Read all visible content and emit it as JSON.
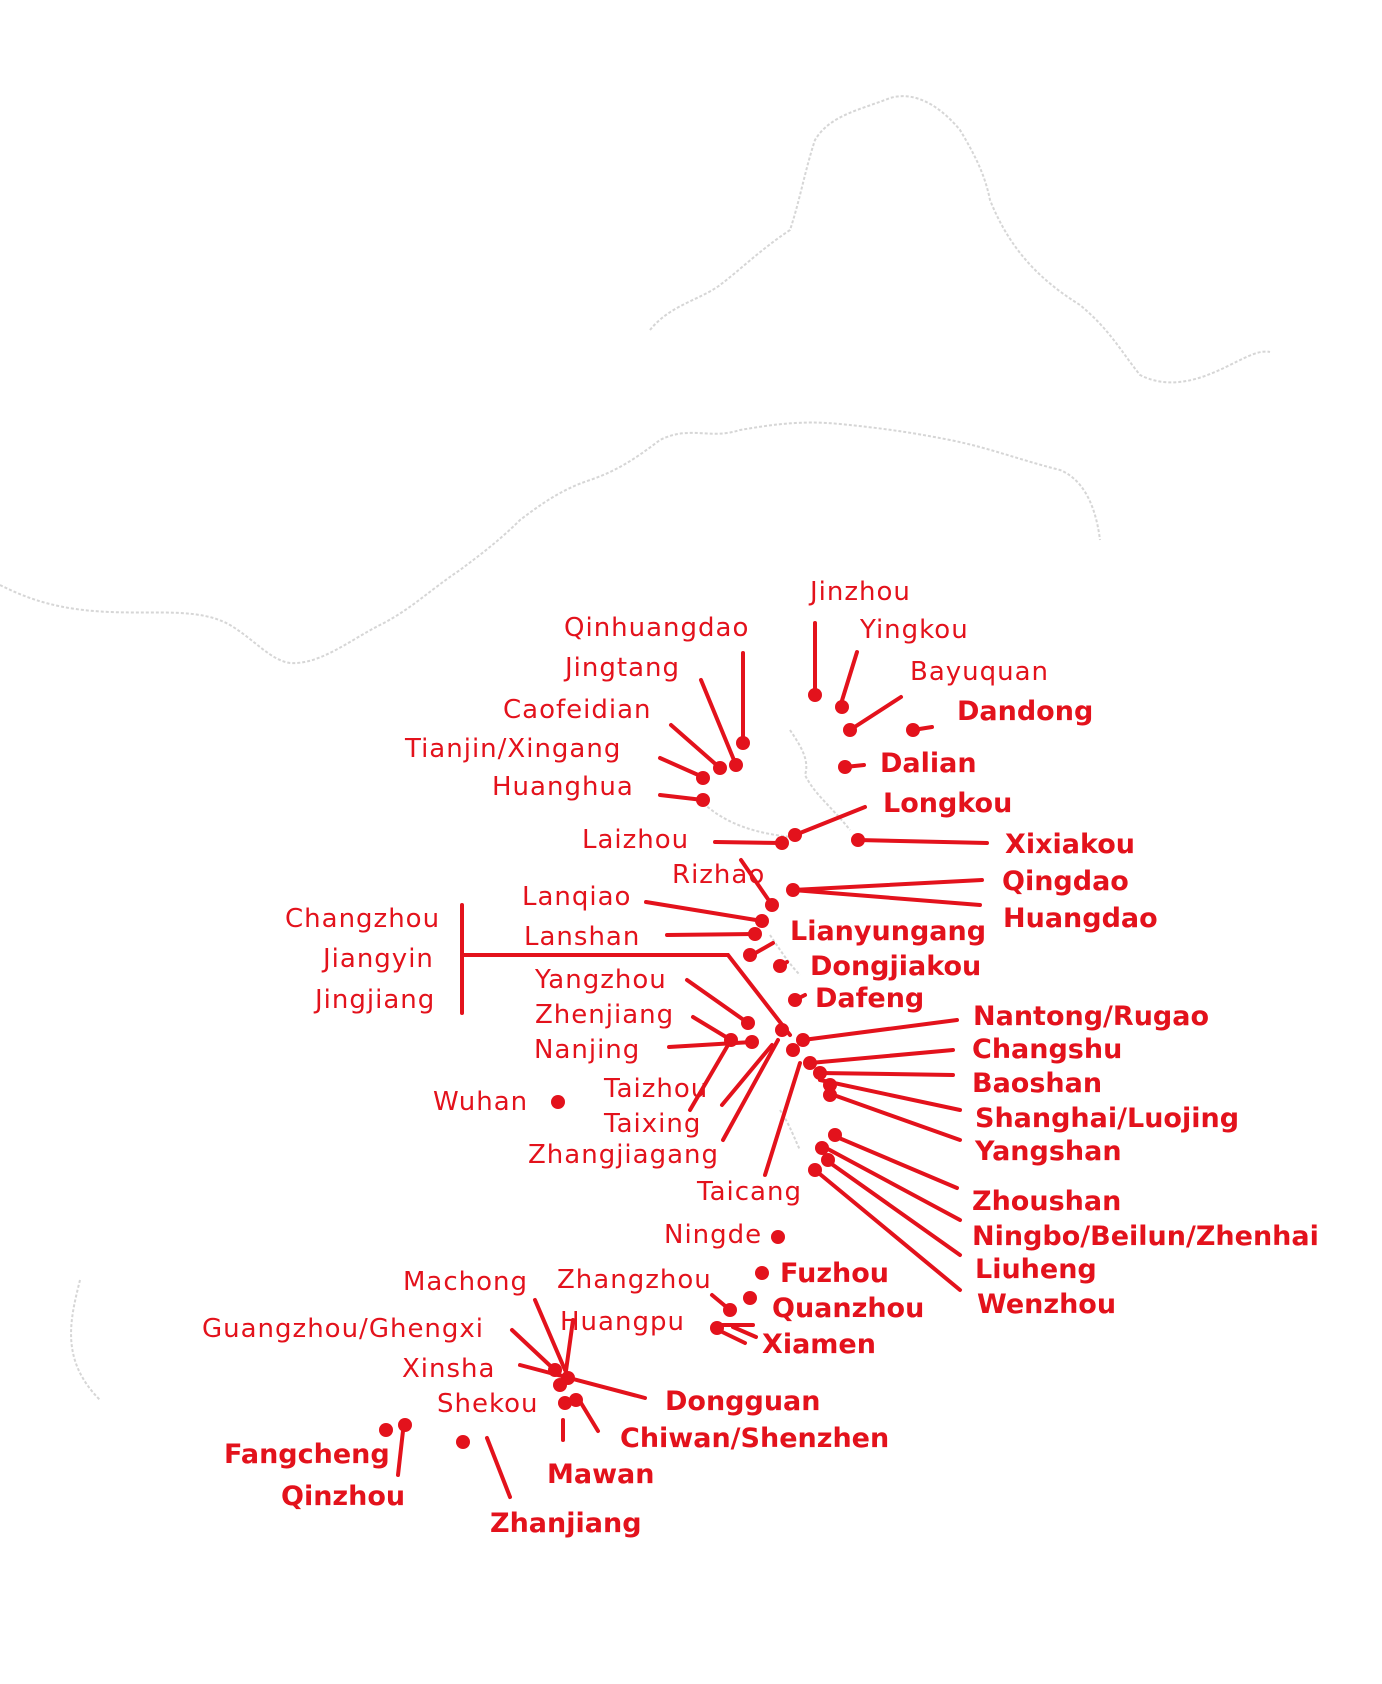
{
  "colors": {
    "accent": "#e3121c",
    "coastline": "#d6d6d6",
    "background": "#ffffff"
  },
  "ports": {
    "jinzhou": "Jinzhou",
    "yingkou": "Yingkou",
    "bayuquan": "Bayuquan",
    "dandong": "Dandong",
    "qinhuangdao": "Qinhuangdao",
    "jingtang": "Jingtang",
    "caofeidian": "Caofeidian",
    "tianjin": "Tianjin/Xingang",
    "huanghua": "Huanghua",
    "dalian": "Dalian",
    "longkou": "Longkou",
    "laizhou": "Laizhou",
    "xixiakou": "Xixiakou",
    "rizhao": "Rizhao",
    "qingdao": "Qingdao",
    "huangdao": "Huangdao",
    "lanqiao": "Lanqiao",
    "lanshan": "Lanshan",
    "lianyungang": "Lianyungang",
    "changzhou": "Changzhou",
    "jiangyin": "Jiangyin",
    "jingjiang": "Jingjiang",
    "dongjiakou": "Dongjiakou",
    "dafeng": "Dafeng",
    "yangzhou": "Yangzhou",
    "zhenjiang": "Zhenjiang",
    "nanjing": "Nanjing",
    "nantong": "Nantong/Rugao",
    "changshu": "Changshu",
    "baoshan": "Baoshan",
    "wuhan": "Wuhan",
    "taizhou": "Taizhou",
    "taixing": "Taixing",
    "zhangjiagang": "Zhangjiagang",
    "shanghai": "Shanghai/Luojing",
    "yangshan": "Yangshan",
    "taicang": "Taicang",
    "zhoushan": "Zhoushan",
    "ningbo": "Ningbo/Beilun/Zhenhai",
    "ningde": "Ningde",
    "liuheng": "Liuheng",
    "wenzhou": "Wenzhou",
    "fuzhou": "Fuzhou",
    "zhangzhou": "Zhangzhou",
    "machong": "Machong",
    "quanzhou": "Quanzhou",
    "huangpu": "Huangpu",
    "guangzhou": "Guangzhou/Ghengxi",
    "xiamen": "Xiamen",
    "xinsha": "Xinsha",
    "dongguan": "Dongguan",
    "shekou": "Shekou",
    "chiwan": "Chiwan/Shenzhen",
    "fangcheng": "Fangcheng",
    "mawan": "Mawan",
    "qinzhou": "Qinzhou",
    "zhanjiang": "Zhanjiang"
  }
}
